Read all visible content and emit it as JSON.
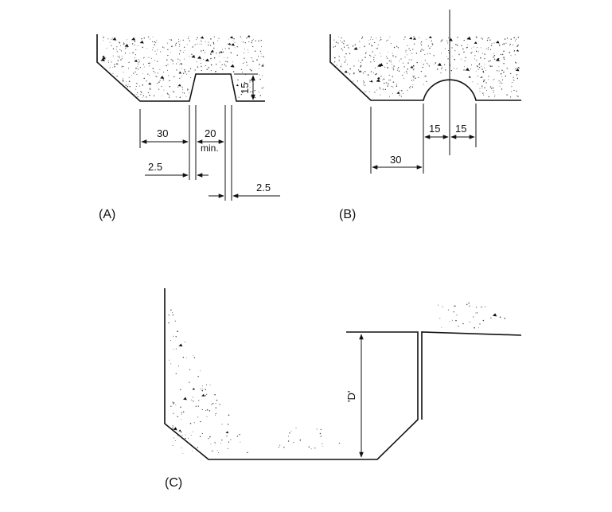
{
  "colors": {
    "ink": "#111111",
    "background": "#ffffff",
    "aggregate": "#444444"
  },
  "panel_a": {
    "caption": "(A)",
    "dims": {
      "outer": "30",
      "groove_width": "20",
      "groove_note": "min.",
      "depth": "15",
      "left_clearance": "2.5",
      "right_clearance": "2.5"
    }
  },
  "panel_b": {
    "caption": "(B)",
    "dims": {
      "outer": "30",
      "left_half": "15",
      "right_half": "15"
    }
  },
  "panel_c": {
    "caption": "(C)",
    "dims": {
      "depth": "'D'"
    }
  }
}
